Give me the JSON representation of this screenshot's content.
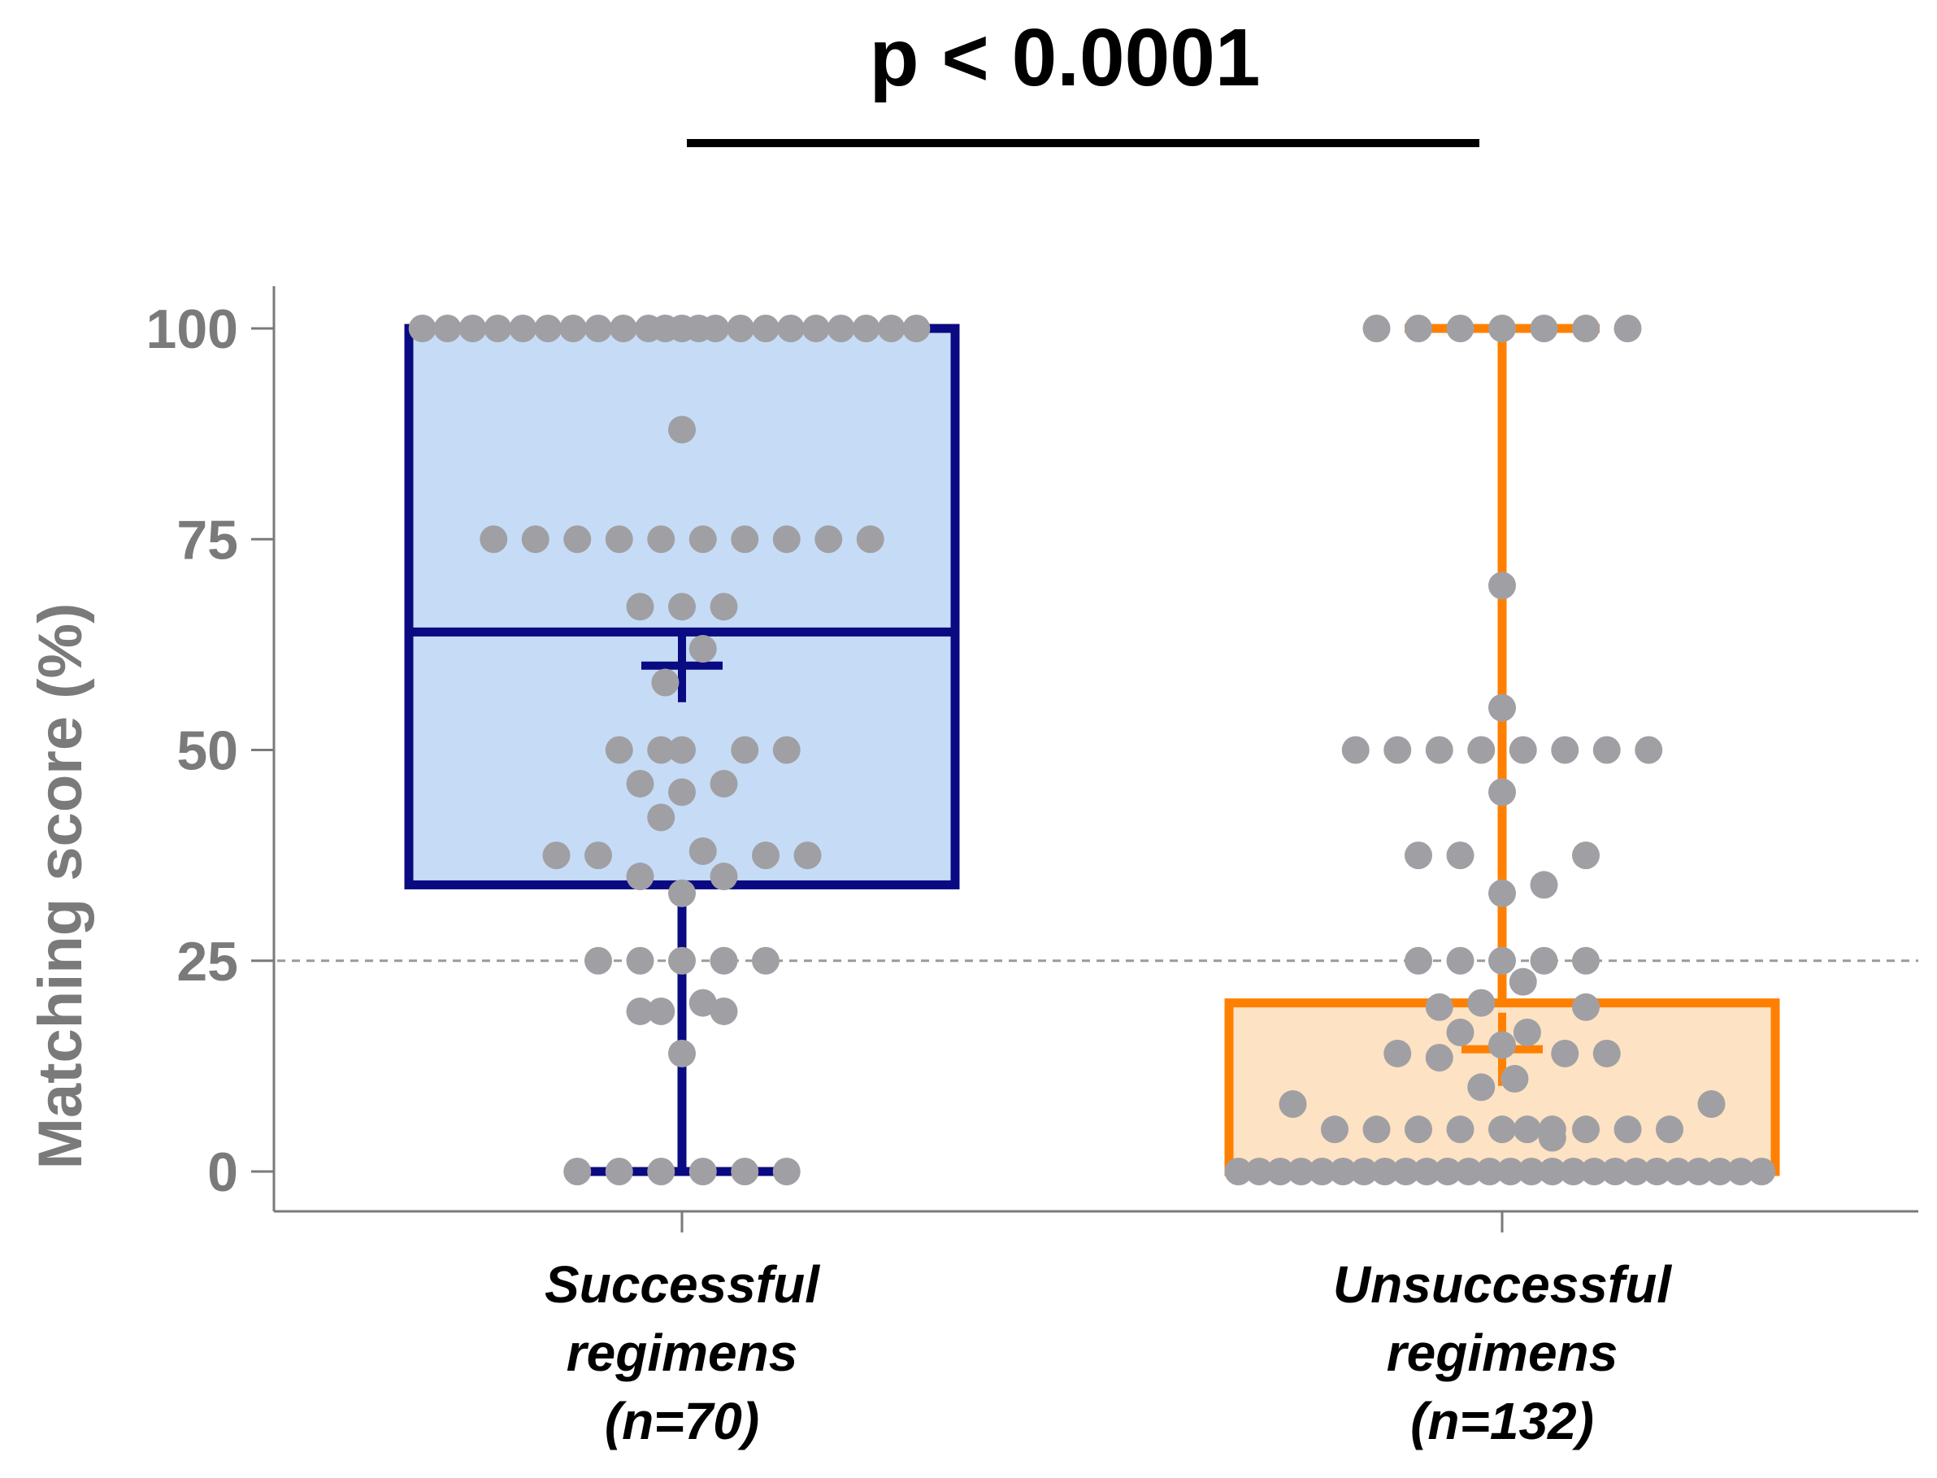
{
  "significance": {
    "label": "p < 0.0001"
  },
  "colors": {
    "successful_stroke": "#0a0a82",
    "successful_fill": "#c6dcf6",
    "unsuccessful_stroke": "#ff8000",
    "unsuccessful_fill": "#fde2c4",
    "point": "#a0a0a4",
    "axis": "#7a7a7a",
    "reference_line": "#9a9a9a"
  },
  "chart_data": {
    "type": "box",
    "ylabel": "Matching score (%)",
    "xlabel": "",
    "ylim": [
      0,
      100
    ],
    "yticks": [
      {
        "value": 0,
        "label": "0"
      },
      {
        "value": 25,
        "label": "25"
      },
      {
        "value": 50,
        "label": "50"
      },
      {
        "value": 75,
        "label": "75"
      },
      {
        "value": 100,
        "label": "100"
      }
    ],
    "reference_line": {
      "y": 25,
      "style": "dashed"
    },
    "grid": false,
    "groups": [
      {
        "label_lines": [
          "Successful",
          "regimens",
          "(n=70)"
        ],
        "min": 0,
        "q1": 34,
        "median": 64,
        "q3": 100,
        "max": 100,
        "mean": 60,
        "points": [
          [
            -0.31,
            100
          ],
          [
            -0.28,
            100
          ],
          [
            -0.25,
            100
          ],
          [
            -0.22,
            100
          ],
          [
            -0.19,
            100
          ],
          [
            -0.16,
            100
          ],
          [
            -0.13,
            100
          ],
          [
            -0.1,
            100
          ],
          [
            -0.07,
            100
          ],
          [
            -0.04,
            100
          ],
          [
            -0.02,
            100
          ],
          [
            0.0,
            100
          ],
          [
            0.02,
            100
          ],
          [
            0.04,
            100
          ],
          [
            0.07,
            100
          ],
          [
            0.1,
            100
          ],
          [
            0.13,
            100
          ],
          [
            0.16,
            100
          ],
          [
            0.19,
            100
          ],
          [
            0.22,
            100
          ],
          [
            0.25,
            100
          ],
          [
            0.28,
            100
          ],
          [
            0.0,
            88
          ],
          [
            -0.225,
            75
          ],
          [
            -0.175,
            75
          ],
          [
            -0.125,
            75
          ],
          [
            -0.075,
            75
          ],
          [
            -0.025,
            75
          ],
          [
            0.025,
            75
          ],
          [
            0.075,
            75
          ],
          [
            0.125,
            75
          ],
          [
            0.175,
            75
          ],
          [
            0.225,
            75
          ],
          [
            -0.05,
            67
          ],
          [
            0.0,
            67
          ],
          [
            0.05,
            67
          ],
          [
            0.025,
            62
          ],
          [
            -0.02,
            58
          ],
          [
            -0.075,
            50
          ],
          [
            -0.025,
            50
          ],
          [
            0.0,
            50
          ],
          [
            0.075,
            50
          ],
          [
            0.125,
            50
          ],
          [
            -0.05,
            46
          ],
          [
            0.0,
            45
          ],
          [
            0.05,
            46
          ],
          [
            -0.025,
            42
          ],
          [
            -0.15,
            37.5
          ],
          [
            -0.1,
            37.5
          ],
          [
            0.025,
            38
          ],
          [
            0.1,
            37.5
          ],
          [
            0.15,
            37.5
          ],
          [
            -0.05,
            35
          ],
          [
            0.05,
            35
          ],
          [
            0.0,
            33
          ],
          [
            -0.1,
            25
          ],
          [
            -0.05,
            25
          ],
          [
            0.0,
            25
          ],
          [
            0.05,
            25
          ],
          [
            0.1,
            25
          ],
          [
            -0.05,
            19
          ],
          [
            -0.025,
            19
          ],
          [
            0.025,
            20
          ],
          [
            0.05,
            19
          ],
          [
            0.0,
            14
          ],
          [
            -0.125,
            0
          ],
          [
            -0.075,
            0
          ],
          [
            -0.025,
            0
          ],
          [
            0.025,
            0
          ],
          [
            0.075,
            0
          ],
          [
            0.125,
            0
          ]
        ]
      },
      {
        "label_lines": [
          "Unsuccessful",
          "regimens",
          "(n=132)"
        ],
        "min": 0,
        "q1": 0,
        "median": 0,
        "q3": 20,
        "max": 100,
        "mean": 14.5,
        "points": [
          [
            -0.15,
            100
          ],
          [
            -0.1,
            100
          ],
          [
            -0.05,
            100
          ],
          [
            0.0,
            100
          ],
          [
            0.05,
            100
          ],
          [
            0.1,
            100
          ],
          [
            0.15,
            100
          ],
          [
            0.0,
            69.5
          ],
          [
            0.0,
            55
          ],
          [
            -0.175,
            50
          ],
          [
            -0.125,
            50
          ],
          [
            -0.075,
            50
          ],
          [
            -0.025,
            50
          ],
          [
            0.025,
            50
          ],
          [
            0.075,
            50
          ],
          [
            0.125,
            50
          ],
          [
            0.175,
            50
          ],
          [
            0.0,
            45
          ],
          [
            -0.1,
            37.5
          ],
          [
            -0.05,
            37.5
          ],
          [
            0.1,
            37.5
          ],
          [
            0.05,
            34
          ],
          [
            0.0,
            33
          ],
          [
            -0.1,
            25
          ],
          [
            -0.05,
            25
          ],
          [
            0.0,
            25
          ],
          [
            0.05,
            25
          ],
          [
            0.1,
            25
          ],
          [
            0.025,
            22.5
          ],
          [
            -0.075,
            19.5
          ],
          [
            -0.025,
            20
          ],
          [
            0.1,
            19.5
          ],
          [
            -0.05,
            16.5
          ],
          [
            0.0,
            15
          ],
          [
            0.03,
            16.5
          ],
          [
            -0.125,
            14
          ],
          [
            -0.075,
            13.5
          ],
          [
            0.075,
            14
          ],
          [
            0.125,
            14
          ],
          [
            -0.025,
            10
          ],
          [
            0.015,
            11
          ],
          [
            -0.25,
            8
          ],
          [
            0.25,
            8
          ],
          [
            -0.2,
            5
          ],
          [
            -0.15,
            5
          ],
          [
            -0.1,
            5
          ],
          [
            -0.05,
            5
          ],
          [
            0.0,
            5
          ],
          [
            0.03,
            5
          ],
          [
            0.06,
            5
          ],
          [
            0.1,
            5
          ],
          [
            0.15,
            5
          ],
          [
            0.2,
            5
          ],
          [
            0.06,
            4
          ],
          [
            -0.315,
            0
          ],
          [
            -0.29,
            0
          ],
          [
            -0.265,
            0
          ],
          [
            -0.24,
            0
          ],
          [
            -0.215,
            0
          ],
          [
            -0.19,
            0
          ],
          [
            -0.165,
            0
          ],
          [
            -0.14,
            0
          ],
          [
            -0.115,
            0
          ],
          [
            -0.09,
            0
          ],
          [
            -0.065,
            0
          ],
          [
            -0.04,
            0
          ],
          [
            -0.015,
            0
          ],
          [
            0.01,
            0
          ],
          [
            0.035,
            0
          ],
          [
            0.06,
            0
          ],
          [
            0.085,
            0
          ],
          [
            0.11,
            0
          ],
          [
            0.135,
            0
          ],
          [
            0.16,
            0
          ],
          [
            0.185,
            0
          ],
          [
            0.21,
            0
          ],
          [
            0.235,
            0
          ],
          [
            0.26,
            0
          ],
          [
            0.285,
            0
          ],
          [
            0.31,
            0
          ]
        ]
      }
    ]
  }
}
